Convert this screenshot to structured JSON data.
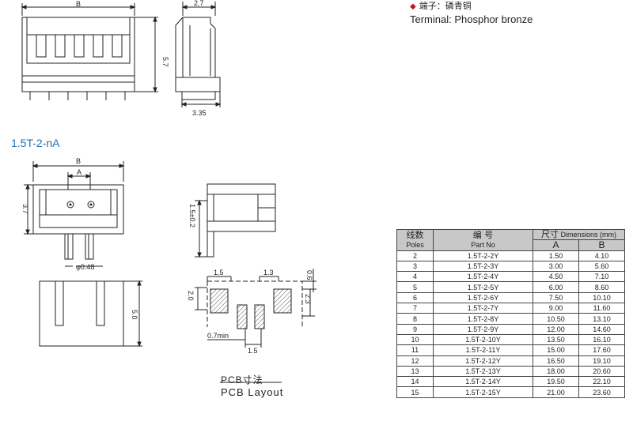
{
  "material": {
    "terminal_cn": "端子：磷青铜",
    "terminal_en": "Terminal:  Phosphor bronze"
  },
  "series_title": "1.5T-2-nA",
  "dimensions": {
    "top_front_B": "B",
    "top_side_width": "2.7",
    "top_front_height": "5.7",
    "top_side_bottom": "3.35",
    "mid_B": "B",
    "mid_A": "A",
    "mid_height": "3.7",
    "pin_dia": "φ0.48",
    "side_height": "1.5±0.2",
    "lower_height": "5.0",
    "pcb_pitch_left": "1.5",
    "pcb_pitch_mid": "1.3",
    "pcb_right_top": "0.6",
    "pcb_left_height": "2.0",
    "pcb_right_height": "2.3",
    "pcb_min": "0.7min",
    "pcb_bottom_pitch": "1.5"
  },
  "pcb_label_cn": "PCB寸法",
  "pcb_label_en": "PCB Layout",
  "table": {
    "header_poles_cn": "线数",
    "header_poles_en": "Poles",
    "header_part_cn": "编  号",
    "header_part_en": "Part  No",
    "header_dim_cn": "尺寸",
    "header_dim_en": "Dimensions (mm)",
    "col_A": "A",
    "col_B": "B",
    "rows": [
      {
        "poles": "2",
        "part": "1.5T-2-2Y",
        "a": "1.50",
        "b": "4.10"
      },
      {
        "poles": "3",
        "part": "1.5T-2-3Y",
        "a": "3.00",
        "b": "5.60"
      },
      {
        "poles": "4",
        "part": "1.5T-2-4Y",
        "a": "4.50",
        "b": "7.10"
      },
      {
        "poles": "5",
        "part": "1.5T-2-5Y",
        "a": "6.00",
        "b": "8.60"
      },
      {
        "poles": "6",
        "part": "1.5T-2-6Y",
        "a": "7.50",
        "b": "10.10"
      },
      {
        "poles": "7",
        "part": "1.5T-2-7Y",
        "a": "9.00",
        "b": "11.60"
      },
      {
        "poles": "8",
        "part": "1.5T-2-8Y",
        "a": "10.50",
        "b": "13.10"
      },
      {
        "poles": "9",
        "part": "1.5T-2-9Y",
        "a": "12.00",
        "b": "14.60"
      },
      {
        "poles": "10",
        "part": "1.5T-2-10Y",
        "a": "13.50",
        "b": "16.10"
      },
      {
        "poles": "11",
        "part": "1.5T-2-11Y",
        "a": "15.00",
        "b": "17.60"
      },
      {
        "poles": "12",
        "part": "1.5T-2-12Y",
        "a": "16.50",
        "b": "19.10"
      },
      {
        "poles": "13",
        "part": "1.5T-2-13Y",
        "a": "18.00",
        "b": "20.60"
      },
      {
        "poles": "14",
        "part": "1.5T-2-14Y",
        "a": "19.50",
        "b": "22.10"
      },
      {
        "poles": "15",
        "part": "1.5T-2-15Y",
        "a": "21.00",
        "b": "23.60"
      }
    ]
  }
}
